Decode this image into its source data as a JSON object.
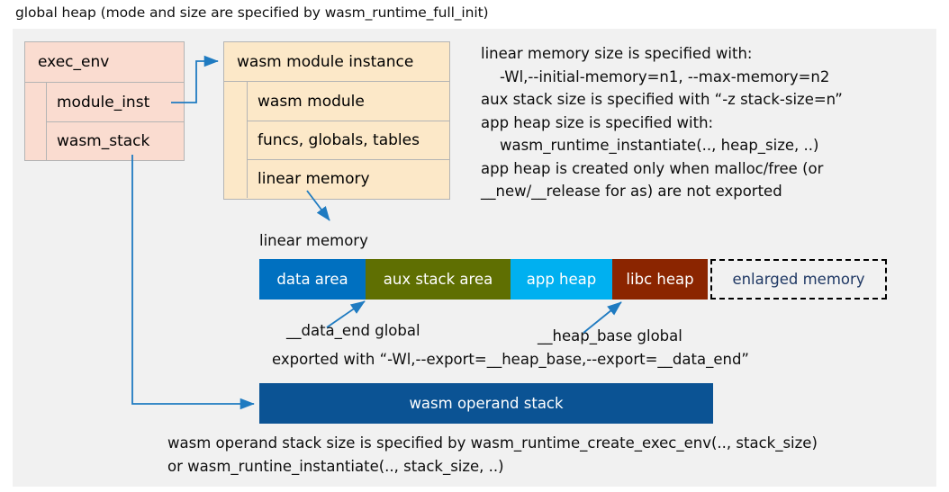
{
  "title": "global heap (mode and size are specified by wasm_runtime_full_init)",
  "colors": {
    "canvas": "#f1f1f1",
    "exec_env_fill": "#fadcd0",
    "module_inst_fill": "#fce8c8",
    "box_border": "#b4b4b4",
    "connector": "#1f7bc1",
    "data_area": "#0070c0",
    "aux_stack_area": "#5f6f02",
    "app_heap": "#00b0f0",
    "libc_heap": "#8b2500",
    "enlarged_memory_text": "#1f3864",
    "enlarged_memory_border": "#000000",
    "operand_stack": "#0b5394"
  },
  "exec_env": {
    "header": "exec_env",
    "fields": [
      "module_inst",
      "wasm_stack"
    ]
  },
  "module_instance": {
    "header": "wasm module instance",
    "fields": [
      "wasm module",
      "funcs, globals, tables",
      "linear memory"
    ]
  },
  "side_note": "linear memory size is specified with:\n    -Wl,--initial-memory=n1, --max-memory=n2\naux stack size is specified with “-z stack-size=n”\napp heap size is specified with:\n    wasm_runtime_instantiate(.., heap_size, ..)\napp heap is created only when malloc/free (or\n__new/__release for as) are not exported",
  "linear_memory": {
    "label": "linear memory",
    "segments": [
      {
        "label": "data area",
        "color": "#0070c0",
        "width": 118,
        "style": "solid"
      },
      {
        "label": "aux stack area",
        "color": "#5f6f02",
        "width": 161,
        "style": "solid"
      },
      {
        "label": "app heap",
        "color": "#00b0f0",
        "width": 113,
        "style": "solid"
      },
      {
        "label": "libc heap",
        "color": "#8b2500",
        "width": 106,
        "style": "solid"
      },
      {
        "label": "enlarged memory",
        "color": "transparent",
        "width": 196,
        "style": "dashed"
      }
    ]
  },
  "pointer_notes": {
    "data_end": "__data_end global",
    "heap_base": "__heap_base global",
    "export": "exported with “-Wl,--export=__heap_base,--export=__data_end”"
  },
  "operand_stack": {
    "label": "wasm operand stack",
    "note": "wasm operand stack size is specified by wasm_runtime_create_exec_env(.., stack_size)\nor wasm_runtine_instantiate(.., stack_size, ..)"
  }
}
